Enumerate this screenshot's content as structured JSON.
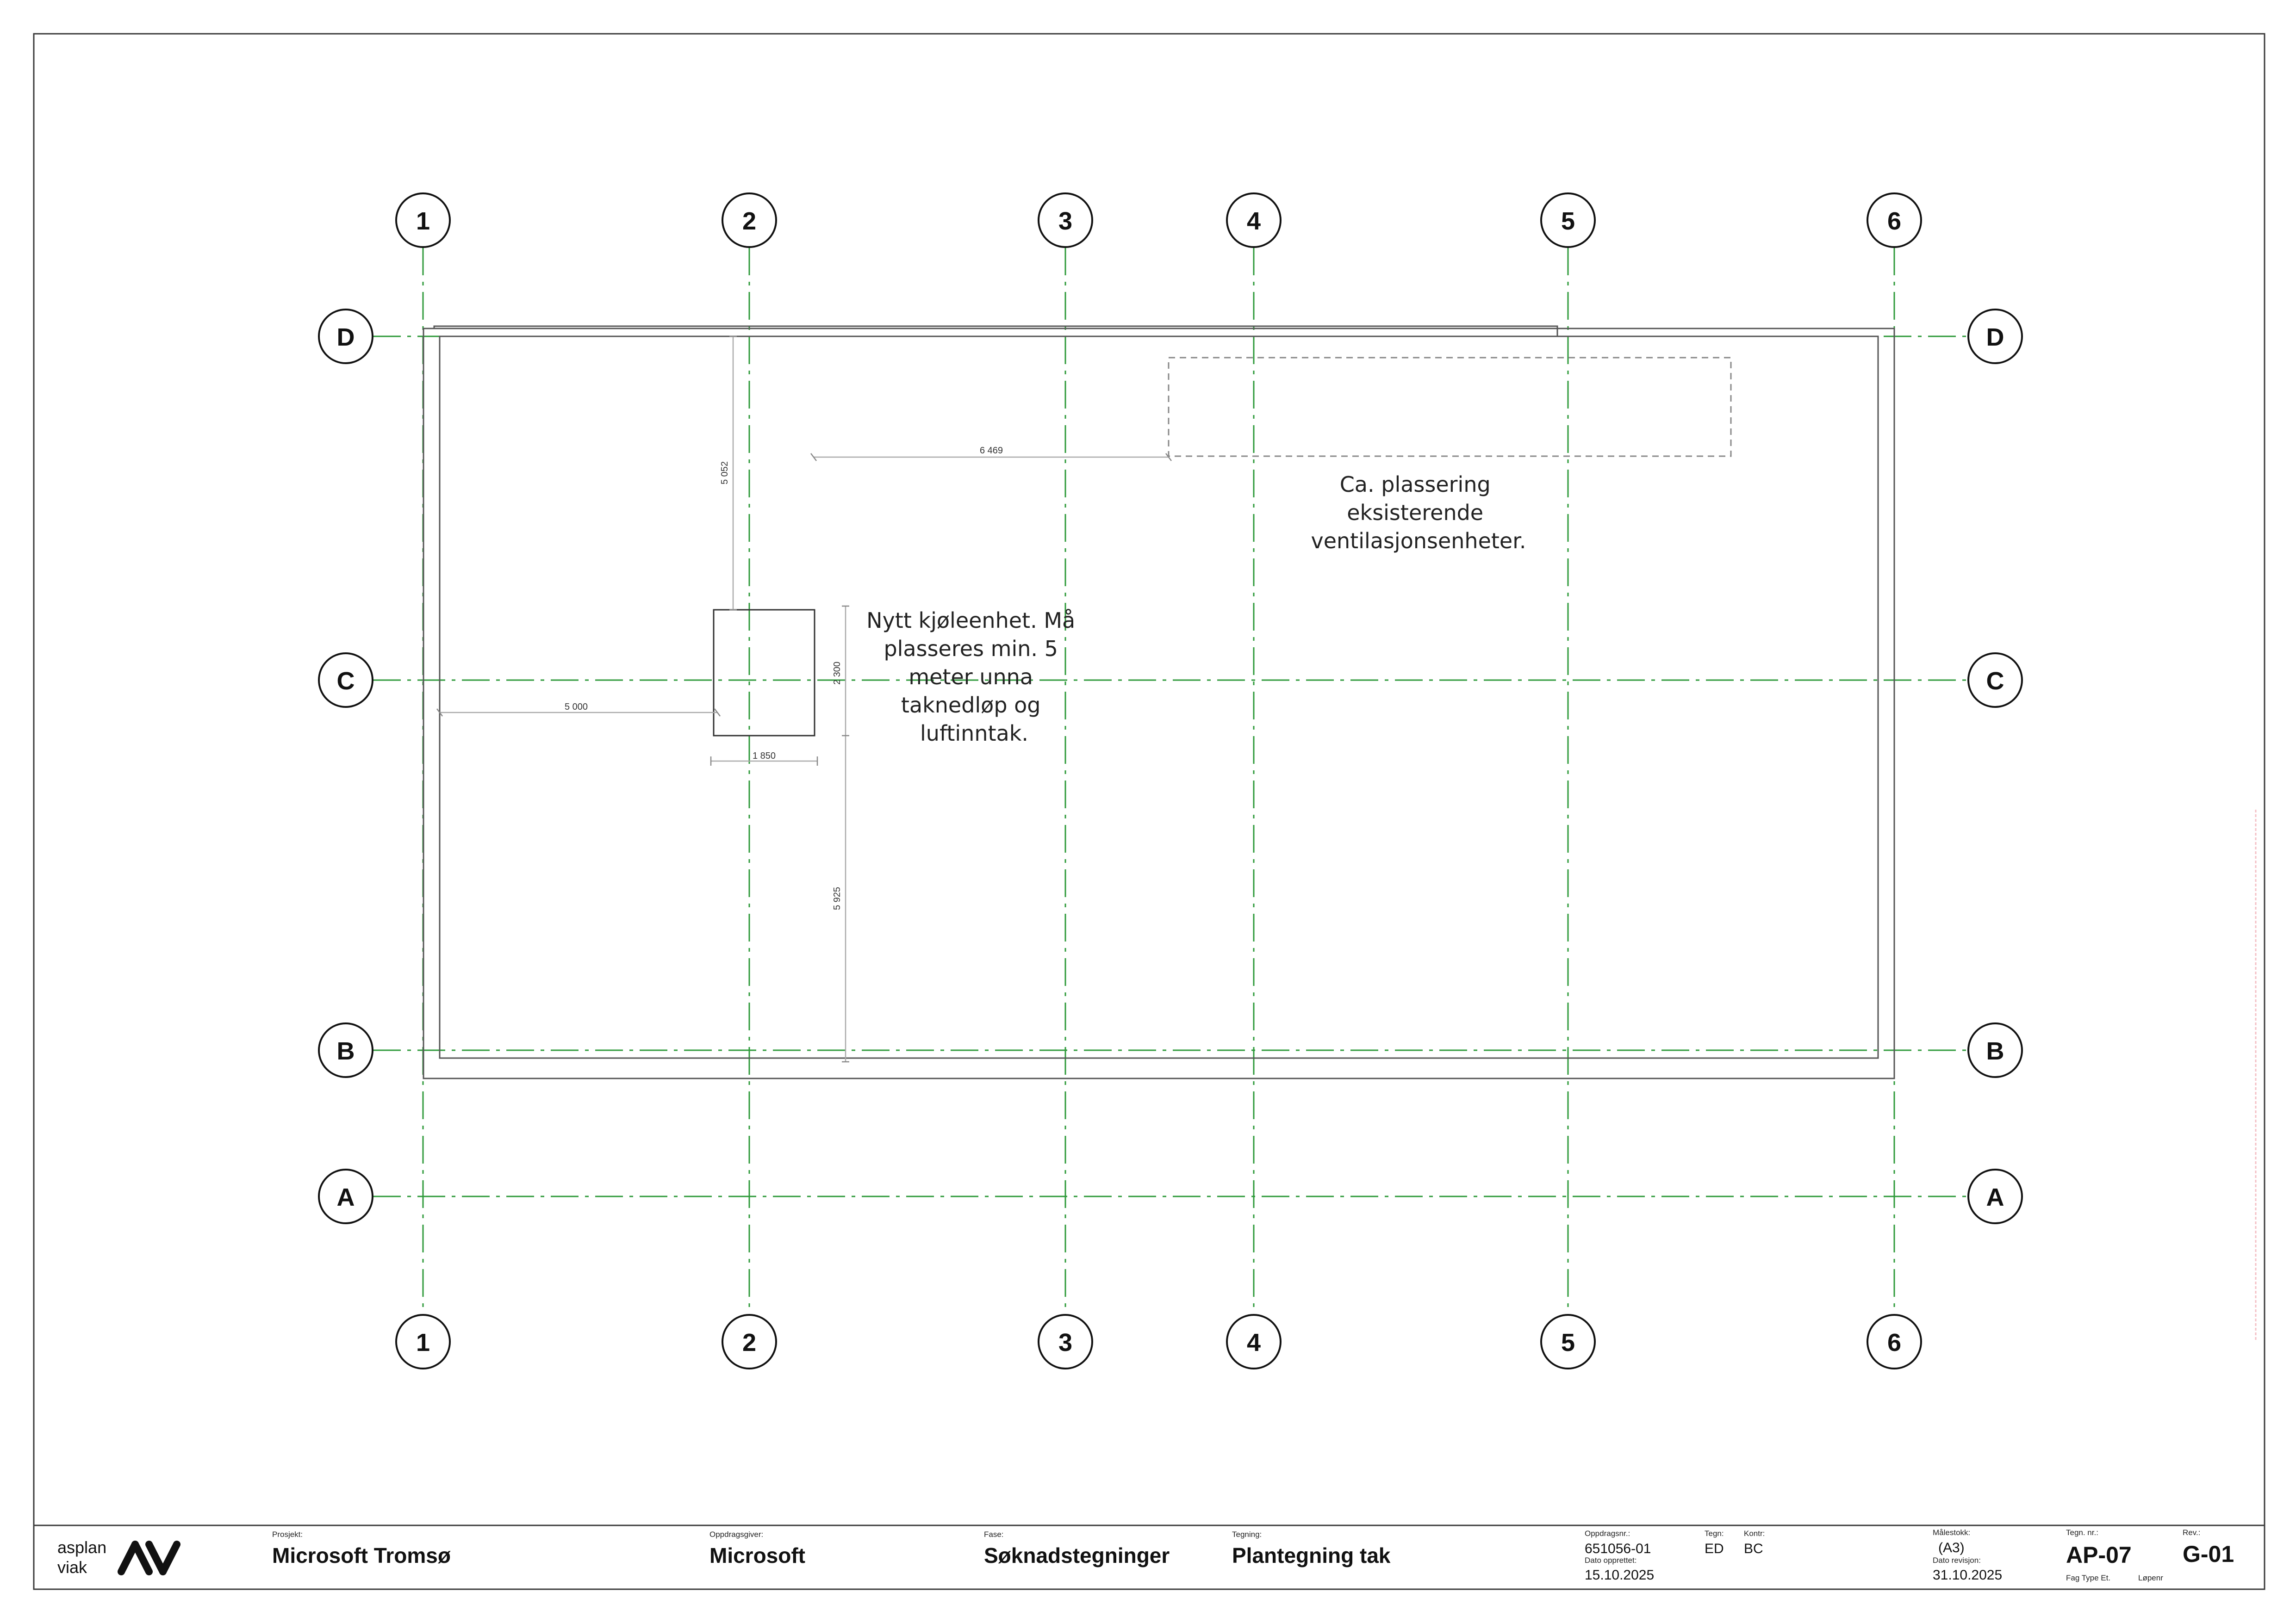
{
  "grid": {
    "columns": [
      "1",
      "2",
      "3",
      "4",
      "5",
      "6"
    ],
    "rows": [
      "D",
      "C",
      "B",
      "A"
    ]
  },
  "dimensions": {
    "unit_offset_top": "5 052",
    "unit_offset_vent": "6 469",
    "unit_offset_left": "5 000",
    "unit_width": "1 850",
    "unit_depth": "2 300",
    "unit_to_edge": "5 925"
  },
  "notes": {
    "new_unit": [
      "Nytt kjøleenhet. Må",
      "plasseres min. 5",
      "meter unna",
      "taknedløp og",
      "luftinntak."
    ],
    "existing_vent": [
      "Ca. plassering",
      "eksisterende",
      "ventilasjonsenheter."
    ]
  },
  "title_block": {
    "logo": {
      "line1": "asplan",
      "line2": "viak",
      "mark": "AV"
    },
    "project_label": "Prosjekt:",
    "project": "Microsoft Tromsø",
    "client_label": "Oppdragsgiver:",
    "client": "Microsoft",
    "phase_label": "Fase:",
    "phase": "Søknadstegninger",
    "drawing_label": "Tegning:",
    "drawing": "Plantegning tak",
    "assignment_label": "Oppdragsnr.:",
    "assignment": "651056-01",
    "created_label": "Dato opprettet:",
    "created": "15.10.2025",
    "drawn_label": "Tegn:",
    "drawn": "ED",
    "checked_label": "Kontr:",
    "checked": "BC",
    "scale_label": "Målestokk:",
    "scale": "(A3)",
    "revision_date_label": "Dato revisjon:",
    "revision_date": "31.10.2025",
    "drawing_no_label": "Tegn. nr.:",
    "drawing_no": "AP-07",
    "drawing_no_sub": "Fag Type Et.",
    "serial_label": "Løpenr",
    "rev_label": "Rev.:",
    "rev": "G-01"
  },
  "colors": {
    "grid": "#2e9a3a",
    "frame": "#3a3a3a"
  }
}
